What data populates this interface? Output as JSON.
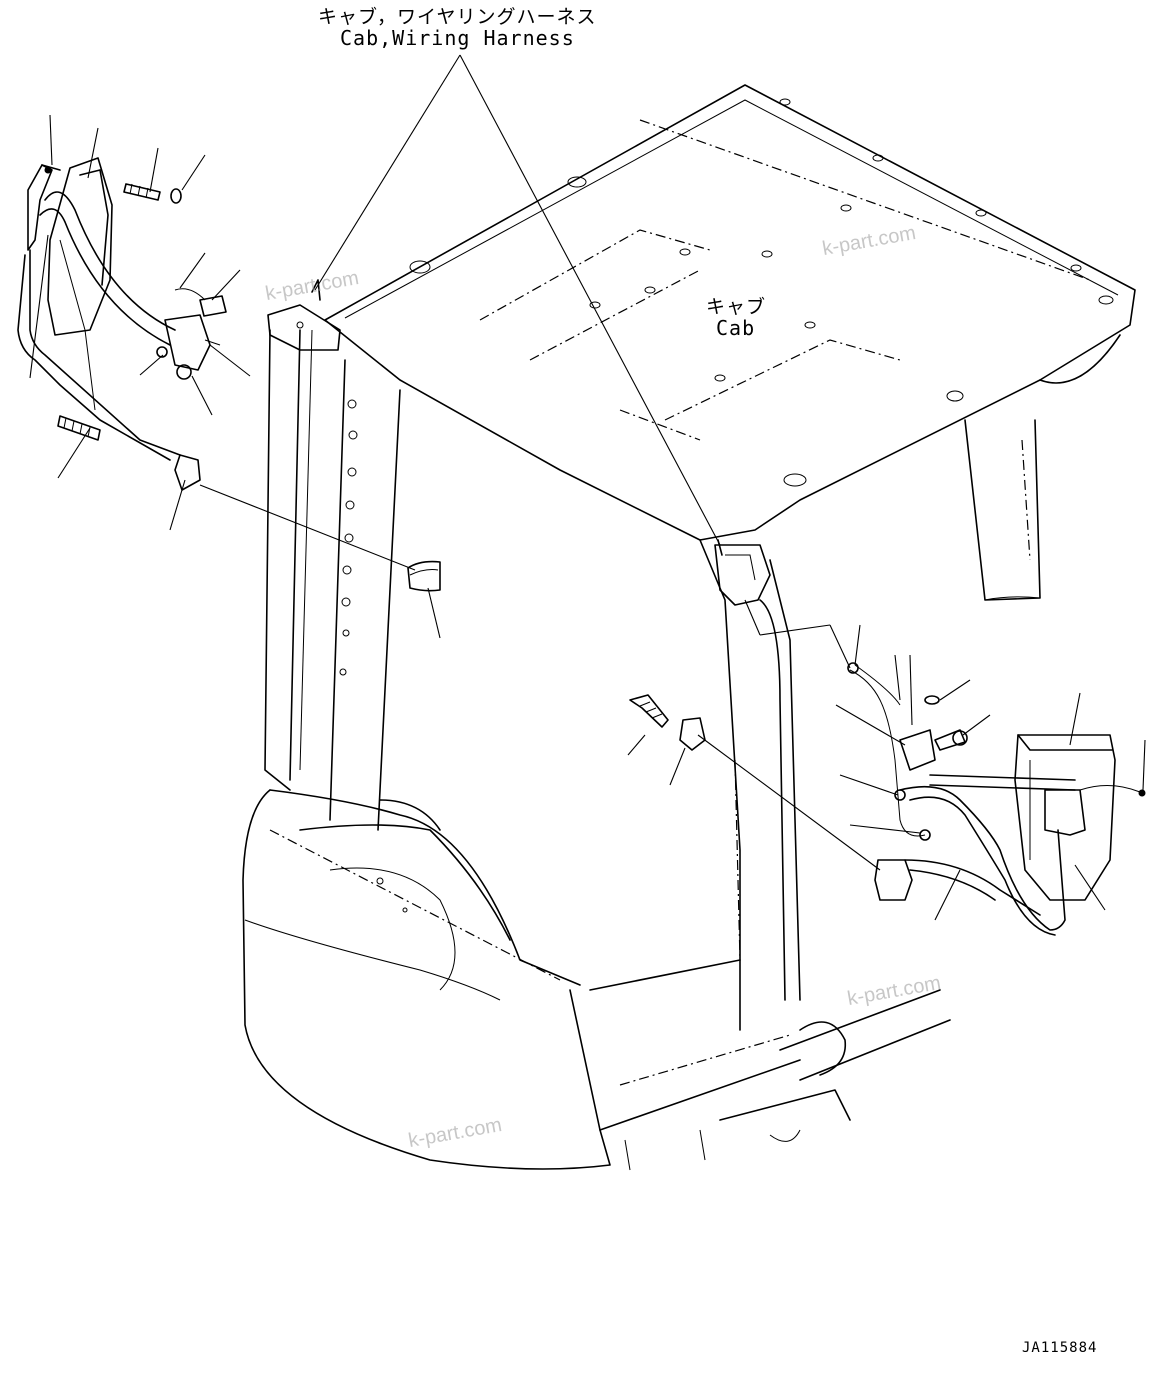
{
  "callouts": {
    "harness_jp": "キャブ，ワイヤリングハーネス",
    "harness_en": "Cab,Wiring Harness",
    "cab_jp": "キャブ",
    "cab_en": "Cab"
  },
  "drawing_number": "JA115884",
  "watermarks": [
    "k-part.com",
    "k-part.com",
    "k-part.com",
    "k-part.com"
  ]
}
